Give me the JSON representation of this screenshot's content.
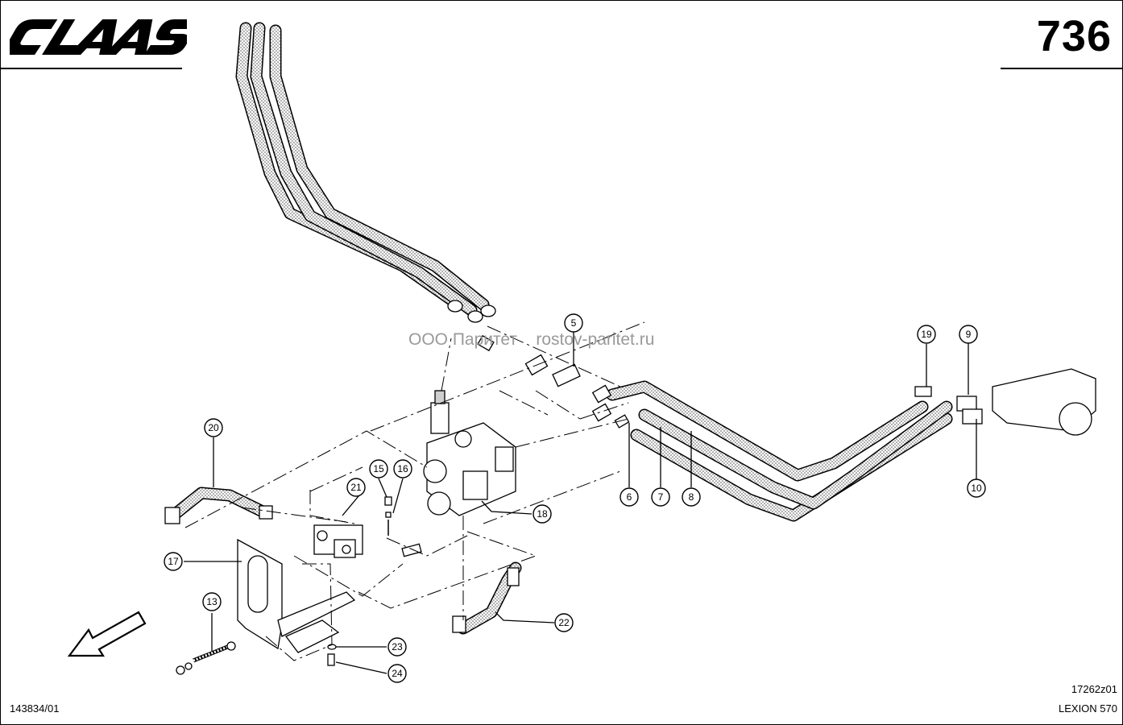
{
  "header": {
    "brand": "CLAAS",
    "page_number": "736"
  },
  "watermark": "ООО Паритет    rostov-paritet.ru",
  "footer": {
    "doc_number": "143834/01",
    "drawing_code": "17262z01",
    "model": "LEXION 570"
  },
  "callouts": {
    "c5": "5",
    "c6": "6",
    "c7": "7",
    "c8": "8",
    "c9": "9",
    "c10": "10",
    "c13": "13",
    "c15": "15",
    "c16": "16",
    "c17": "17",
    "c18": "18",
    "c19": "19",
    "c20": "20",
    "c21": "21",
    "c22": "22",
    "c23": "23",
    "c24": "24"
  },
  "icons": {
    "direction": "direction-arrow-icon"
  }
}
